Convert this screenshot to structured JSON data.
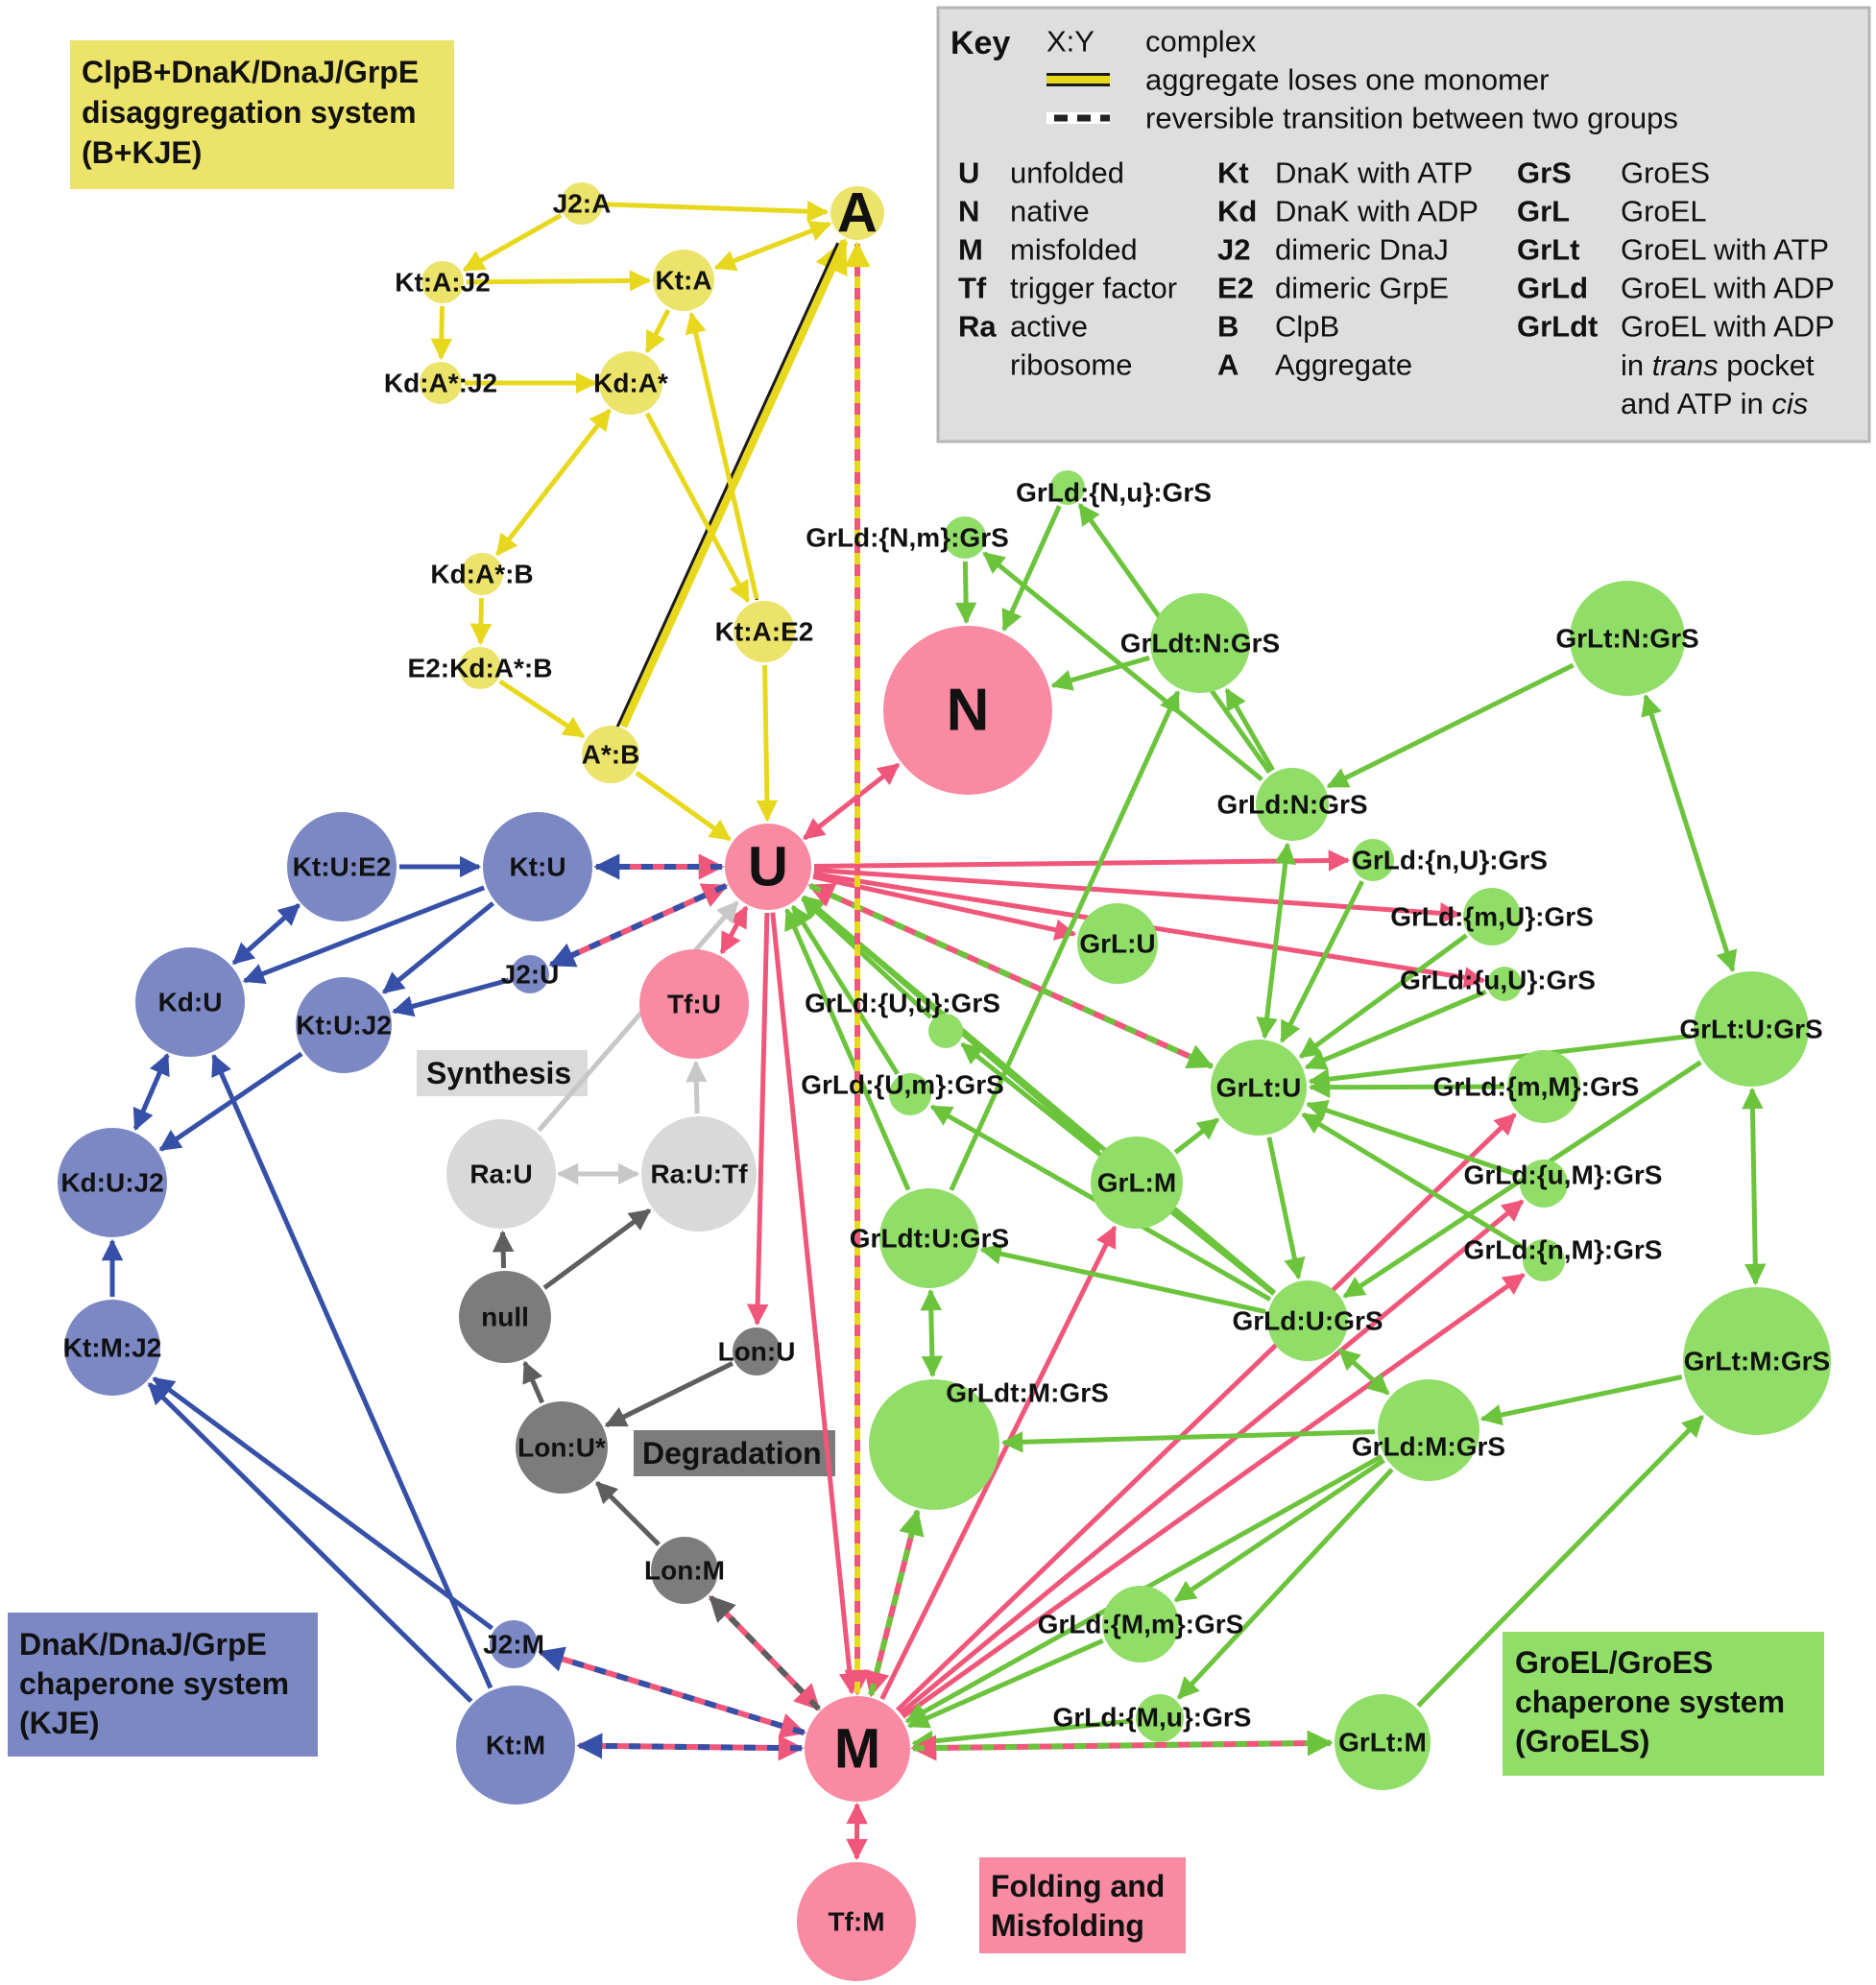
{
  "colors": {
    "yellow_node": "#ece36a",
    "yellow_edge": "#e8d81d",
    "pink_node": "#f88aa2",
    "pink_edge": "#f0567a",
    "blue_node": "#7b88c4",
    "blue_edge": "#3650a8",
    "green_node": "#90dd68",
    "green_edge": "#6cc43c",
    "grey_light": "#d9d9d9",
    "grey_light_edge": "#c7c7c7",
    "grey_dark": "#7c7c7c",
    "grey_dark_edge": "#5e5e5e",
    "key_bg": "#dedede",
    "black_edge": "#1a1a1a"
  },
  "key": {
    "title": "Key",
    "row1_symbol": "X:Y",
    "row1_text": "complex",
    "row2_text": "aggregate loses one monomer",
    "row3_text": "reversible transition between two groups",
    "col1": [
      {
        "abbr": "U",
        "desc": "unfolded"
      },
      {
        "abbr": "N",
        "desc": "native"
      },
      {
        "abbr": "M",
        "desc": "misfolded"
      },
      {
        "abbr": "Tf",
        "desc": "trigger factor"
      },
      {
        "abbr": "Ra",
        "desc": "active"
      },
      {
        "abbr": "",
        "desc": "ribosome"
      }
    ],
    "col2": [
      {
        "abbr": "Kt",
        "desc": "DnaK with ATP"
      },
      {
        "abbr": "Kd",
        "desc": "DnaK with ADP"
      },
      {
        "abbr": "J2",
        "desc": "dimeric DnaJ"
      },
      {
        "abbr": "E2",
        "desc": "dimeric GrpE"
      },
      {
        "abbr": "B",
        "desc": "ClpB"
      },
      {
        "abbr": "A",
        "desc": "Aggregate"
      }
    ],
    "col3": [
      {
        "abbr": "GrS",
        "desc": "GroES"
      },
      {
        "abbr": "GrL",
        "desc": "GroEL"
      },
      {
        "abbr": "GrLt",
        "desc": "GroEL with ATP"
      },
      {
        "abbr": "GrLd",
        "desc": "GroEL with ADP"
      },
      {
        "abbr": "GrLdt",
        "desc": "GroEL with ADP"
      }
    ],
    "col3_extra": {
      "line1_pre": "in ",
      "line1_italic": "trans",
      "line1_post": " pocket",
      "line2_pre": "and ATP in ",
      "line2_italic": "cis"
    }
  },
  "boxes": {
    "clpb": [
      "ClpB+DnaK/DnaJ/GrpE",
      "disaggregation system",
      "(B+KJE)"
    ],
    "kje": [
      "DnaK/DnaJ/GrpE",
      "chaperone system",
      "(KJE)"
    ],
    "groels": [
      "GroEL/GroES",
      "chaperone system",
      "(GroELS)"
    ],
    "folding": [
      "Folding and",
      "Misfolding"
    ],
    "synthesis": "Synthesis",
    "degradation": "Degradation"
  },
  "nodes": [
    {
      "id": "A",
      "label": "A",
      "color": "yellow"
    },
    {
      "id": "J2A",
      "label": "J2:A",
      "color": "yellow"
    },
    {
      "id": "KtAJ2",
      "label": "Kt:A:J2",
      "color": "yellow"
    },
    {
      "id": "KtA",
      "label": "Kt:A",
      "color": "yellow"
    },
    {
      "id": "KdAsJ2",
      "label": "Kd:A*:J2",
      "color": "yellow"
    },
    {
      "id": "KdAs",
      "label": "Kd:A*",
      "color": "yellow"
    },
    {
      "id": "KdAsB",
      "label": "Kd:A*:B",
      "color": "yellow"
    },
    {
      "id": "E2KdAsB",
      "label": "E2:Kd:A*:B",
      "color": "yellow"
    },
    {
      "id": "KtAE2",
      "label": "Kt:A:E2",
      "color": "yellow"
    },
    {
      "id": "AsB",
      "label": "A*:B",
      "color": "yellow"
    },
    {
      "id": "U",
      "label": "U",
      "color": "pink"
    },
    {
      "id": "N",
      "label": "N",
      "color": "pink"
    },
    {
      "id": "M",
      "label": "M",
      "color": "pink"
    },
    {
      "id": "TfU",
      "label": "Tf:U",
      "color": "pink"
    },
    {
      "id": "TfM",
      "label": "Tf:M",
      "color": "pink"
    },
    {
      "id": "KtUE2",
      "label": "Kt:U:E2",
      "color": "blue"
    },
    {
      "id": "KtU",
      "label": "Kt:U",
      "color": "blue"
    },
    {
      "id": "KdU",
      "label": "Kd:U",
      "color": "blue"
    },
    {
      "id": "KtUJ2",
      "label": "Kt:U:J2",
      "color": "blue"
    },
    {
      "id": "J2U",
      "label": "J2:U",
      "color": "blue"
    },
    {
      "id": "KdUJ2",
      "label": "Kd:U:J2",
      "color": "blue"
    },
    {
      "id": "KtMJ2",
      "label": "Kt:M:J2",
      "color": "blue"
    },
    {
      "id": "J2M",
      "label": "J2:M",
      "color": "blue"
    },
    {
      "id": "KtM",
      "label": "Kt:M",
      "color": "blue"
    },
    {
      "id": "RaU",
      "label": "Ra:U",
      "color": "greylight"
    },
    {
      "id": "RaUTf",
      "label": "Ra:U:Tf",
      "color": "greylight"
    },
    {
      "id": "null",
      "label": "null",
      "color": "greydark"
    },
    {
      "id": "LonU",
      "label": "Lon:U",
      "color": "greydark"
    },
    {
      "id": "LonUs",
      "label": "Lon:U*",
      "color": "greydark"
    },
    {
      "id": "LonM",
      "label": "Lon:M",
      "color": "greydark"
    },
    {
      "id": "GrLdNuGrS",
      "label": "GrLd:{N,u}:GrS",
      "color": "green"
    },
    {
      "id": "GrLdNmGrS",
      "label": "GrLd:{N,m}:GrS",
      "color": "green"
    },
    {
      "id": "GrLdtNGrS",
      "label": "GrLdt:N:GrS",
      "color": "green"
    },
    {
      "id": "GrLtNGrS",
      "label": "GrLt:N:GrS",
      "color": "green"
    },
    {
      "id": "GrLdNGrS",
      "label": "GrLd:N:GrS",
      "color": "green"
    },
    {
      "id": "GrLdnUGrS",
      "label": "GrLd:{n,U}:GrS",
      "color": "green"
    },
    {
      "id": "GrLdmUGrS",
      "label": "GrLd:{m,U}:GrS",
      "color": "green"
    },
    {
      "id": "GrLU",
      "label": "GrL:U",
      "color": "green"
    },
    {
      "id": "GrLduUGrS",
      "label": "GrLd:{u,U}:GrS",
      "color": "green"
    },
    {
      "id": "GrLdUuGrS",
      "label": "GrLd:{U,u}:GrS",
      "color": "green"
    },
    {
      "id": "GrLtUGrS",
      "label": "GrLt:U:GrS",
      "color": "green"
    },
    {
      "id": "GrLdUmGrS",
      "label": "GrLd:{U,m}:GrS",
      "color": "green"
    },
    {
      "id": "GrLtU",
      "label": "GrLt:U",
      "color": "green"
    },
    {
      "id": "GrLdmMGrS",
      "label": "GrLd:{m,M}:GrS",
      "color": "green"
    },
    {
      "id": "GrLM",
      "label": "GrL:M",
      "color": "green"
    },
    {
      "id": "GrLduMGrS",
      "label": "GrLd:{u,M}:GrS",
      "color": "green"
    },
    {
      "id": "GrLdtUGrS",
      "label": "GrLdt:U:GrS",
      "color": "green"
    },
    {
      "id": "GrLdnMGrS",
      "label": "GrLd:{n,M}:GrS",
      "color": "green"
    },
    {
      "id": "GrLdUGrS",
      "label": "GrLd:U:GrS",
      "color": "green"
    },
    {
      "id": "GrLtMGrS",
      "label": "GrLt:M:GrS",
      "color": "green"
    },
    {
      "id": "GrLdtMGrS",
      "label": "GrLdt:M:GrS",
      "color": "green"
    },
    {
      "id": "GrLdMGrS",
      "label": "GrLd:M:GrS",
      "color": "green"
    },
    {
      "id": "GrLdMmGrS",
      "label": "GrLd:{M,m}:GrS",
      "color": "green"
    },
    {
      "id": "GrLdMuGrS",
      "label": "GrLd:{M,u}:GrS",
      "color": "green"
    },
    {
      "id": "GrLtM",
      "label": "GrLt:M",
      "color": "green"
    }
  ]
}
